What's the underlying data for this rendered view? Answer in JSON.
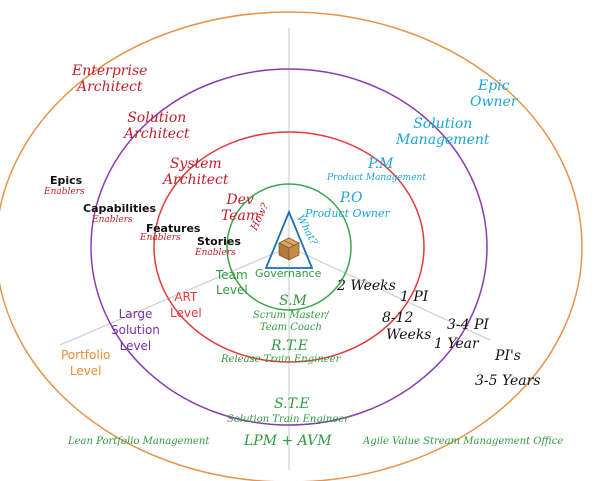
{
  "colors": {
    "outer_ring": "#e9934a",
    "solution_ring": "#8a3bb0",
    "art_ring": "#e23a3a",
    "team_ring": "#3aa84a",
    "red_text": "#c0202a",
    "blue_text": "#1ba5d8",
    "green_text": "#2f9a3e",
    "purple_text": "#7a2ea8",
    "orange_text": "#e98a35",
    "black_text": "#111111",
    "crosshair": "#c8c8c8"
  },
  "roles": {
    "enterprise_architect": [
      "Enterprise",
      "Architect"
    ],
    "solution_architect": [
      "Solution",
      "Architect"
    ],
    "system_architect": [
      "System",
      "Architect"
    ],
    "dev_team": [
      "Dev",
      "Team"
    ],
    "epic_owner": [
      "Epic",
      "Owner"
    ],
    "solution_management": [
      "Solution",
      "Management"
    ],
    "pm_abbr": "P.M",
    "pm_full": "Product Management",
    "po_abbr": "P.O",
    "po_full": "Product Owner",
    "sm_abbr": "S.M",
    "sm_full": [
      "Scrum Master/",
      "Team Coach"
    ],
    "rte_abbr": "R.T.E",
    "rte_full": "Release Train Engineer",
    "ste_abbr": "S.T.E",
    "ste_full": "Solution Train Engineer",
    "lpm_full": "Lean Portfolio Management",
    "lpm_avm": "LPM + AVM",
    "avm_full": "Agile Value Stream Management Office"
  },
  "backlog": {
    "epics": "Epics",
    "epics_enablers": "Enablers",
    "capabilities": "Capabilities",
    "capabilities_enablers": "Enablers",
    "features": "Features",
    "features_enablers": "Enablers",
    "stories": "Stories",
    "stories_enablers": "Enablers"
  },
  "levels": {
    "team": [
      "Team",
      "Level"
    ],
    "art": [
      "ART",
      "Level"
    ],
    "large_solution": [
      "Large",
      "Solution",
      "Level"
    ],
    "portfolio": [
      "Portfolio",
      "Level"
    ]
  },
  "center": {
    "how": "How?",
    "what": "What?",
    "governance": "Governance"
  },
  "timeboxes": {
    "two_weeks": "2 Weeks",
    "one_pi": "1 PI",
    "eight_twelve": "8-12",
    "weeks": "Weeks",
    "three_four_pi": "3-4 PI",
    "one_year": "1 Year",
    "pis": "PI's",
    "three_five_years": "3-5 Years"
  }
}
